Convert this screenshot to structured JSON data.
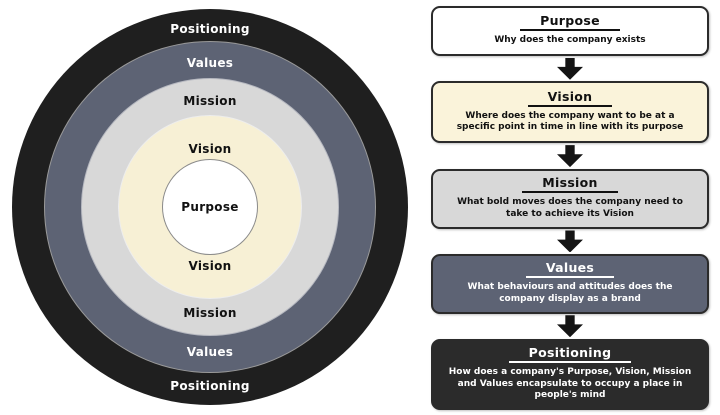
{
  "rings": [
    {
      "label": "Positioning",
      "color": "#1f1f1f",
      "text_color": "#ffffff"
    },
    {
      "label": "Values",
      "color": "#5d6374",
      "text_color": "#ffffff"
    },
    {
      "label": "Mission",
      "color": "#d8d8d8",
      "text_color": "#111111"
    },
    {
      "label": "Vision",
      "color": "#f7f0d5",
      "text_color": "#111111"
    },
    {
      "label": "Purpose",
      "color": "#ffffff",
      "text_color": "#111111"
    }
  ],
  "flow": [
    {
      "title": "Purpose",
      "description": "Why does the company exists",
      "bg": "#ffffff",
      "text_color": "#111111"
    },
    {
      "title": "Vision",
      "description": "Where does the company want to be at a specific point in time in line with its purpose",
      "bg": "#faf3da",
      "text_color": "#111111"
    },
    {
      "title": "Mission",
      "description": "What bold moves does the company need to take to achieve its Vision",
      "bg": "#d8d8d8",
      "text_color": "#111111"
    },
    {
      "title": "Values",
      "description": "What behaviours and attitudes does the company display as a brand",
      "bg": "#5d6374",
      "text_color": "#ffffff"
    },
    {
      "title": "Positioning",
      "description": "How does a company's Purpose, Vision, Mission and Values encapsulate to occupy a place in people's mind",
      "bg": "#2b2b2b",
      "text_color": "#ffffff"
    }
  ],
  "arrow_color": "#141414"
}
